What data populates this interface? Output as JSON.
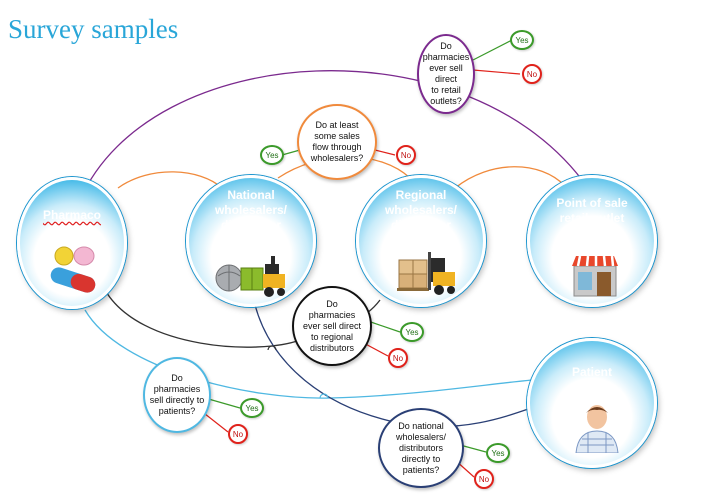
{
  "title": "Survey samples",
  "nodes": {
    "pharmaco": "Pharmaco",
    "national": "National\nwholesalers/\ndistributor",
    "regional": "Regional\nwholesalers/\ndistributor",
    "pos": "Point of sale\nretail outlet",
    "patient": "Patient"
  },
  "questions": {
    "q_retail": "Do\npharmacies\never sell direct\nto retail\noutlets?",
    "q_wholesalers": "Do at least\nsome sales\nflow through\nwholesalers?",
    "q_regional": "Do\npharmacies\never sell direct\nto regional\ndistributors",
    "q_patients": "Do\npharmacies\nsell directly to\npatients?",
    "q_national": "Do national\nwholesalers/\ndistributors\ndirectly to\npatients?"
  },
  "answers": {
    "yes": "Yes",
    "no": "No"
  },
  "colors": {
    "title": "#29a6d8",
    "node_fill": "#3ab6e6",
    "purple": "#7b2a8e",
    "orange": "#f08a3c",
    "black": "#111111",
    "lightblue": "#4fb8e2",
    "navy": "#2a3f75",
    "yes": "#3b9a2a",
    "no": "#e0221b"
  },
  "icons": [
    "pills-icon",
    "forklift-globe-icon",
    "forklift-boxes-icon",
    "storefront-icon",
    "patient-icon"
  ]
}
